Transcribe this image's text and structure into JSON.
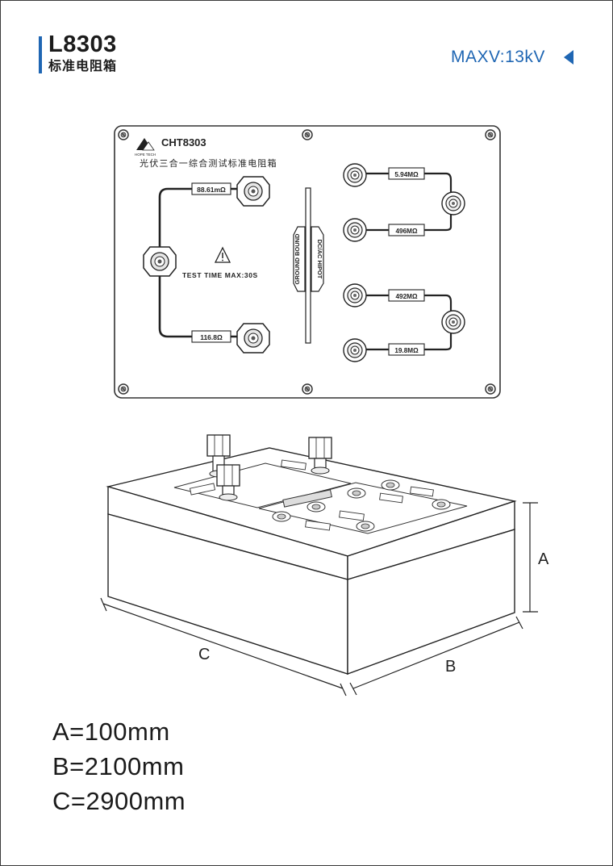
{
  "header": {
    "model": "L8303",
    "subtitle": "标准电阻箱",
    "max_voltage": "MAXV:13kV"
  },
  "panel": {
    "brand_model": "CHT8303",
    "logo_text": "HOPE TECH",
    "product_name": "光伏三合一综合测试标准电阻箱",
    "test_time": "TEST TIME MAX:30S",
    "ground_label": "GROUND BOUND",
    "hipot_label": "DC/AC HIPOT",
    "resistors": {
      "r1": "88.61mΩ",
      "r2": "116.8Ω",
      "r3": "5.94MΩ",
      "r4": "496MΩ",
      "r5": "492MΩ",
      "r6": "19.8MΩ"
    }
  },
  "drawing_labels": {
    "a": "A",
    "b": "B",
    "c": "C"
  },
  "dimensions": [
    "A=100mm",
    "B=2100mm",
    "C=2900mm"
  ]
}
